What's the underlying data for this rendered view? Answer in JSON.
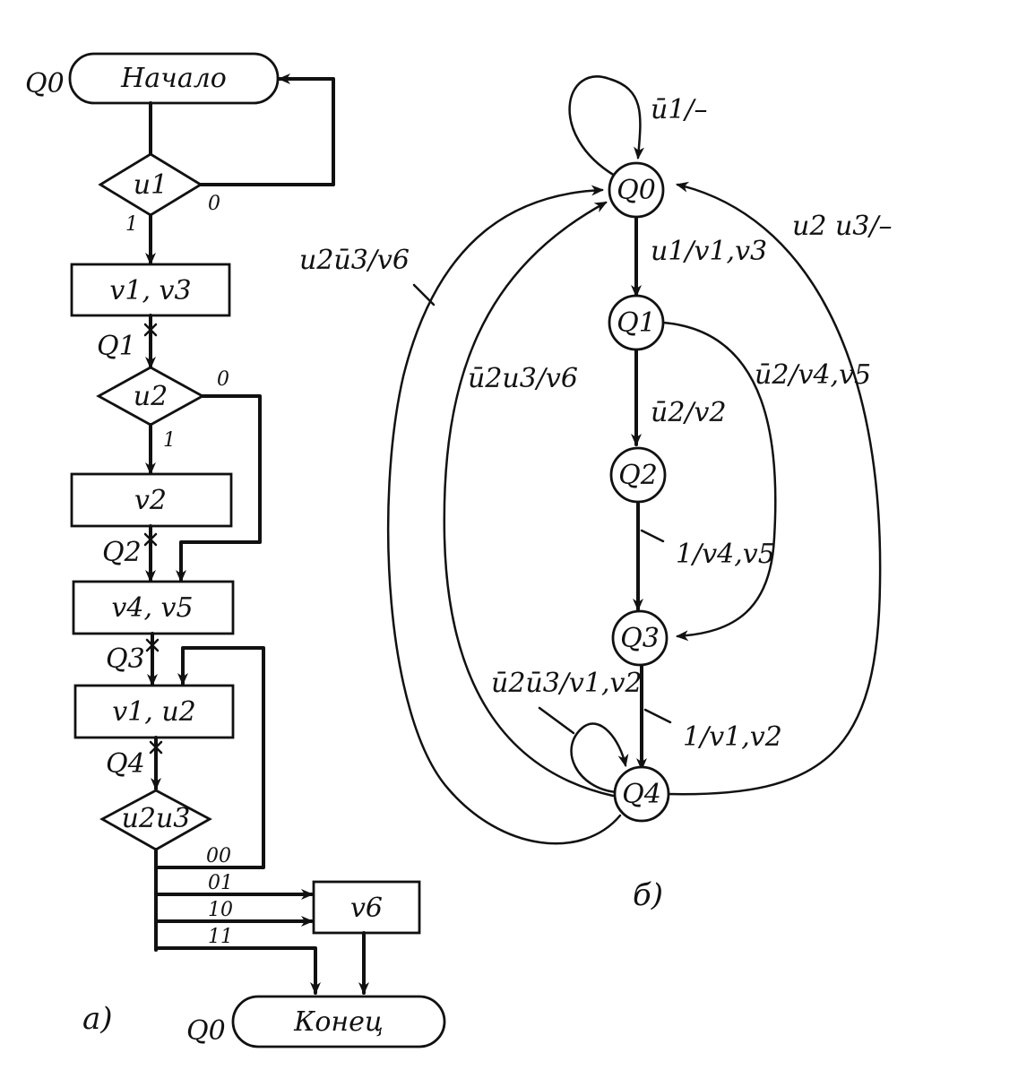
{
  "flowchart": {
    "start_label": "Начало",
    "end_label": "Конец",
    "caption": "а)",
    "states": {
      "q0_top": "Q0",
      "q1": "Q1",
      "q2": "Q2",
      "q3": "Q3",
      "q4": "Q4",
      "q0_bottom": "Q0"
    },
    "conditions": {
      "u1": "u1",
      "u2": "u2",
      "u2u3": "u2u3"
    },
    "operations": {
      "op1": "v1, v3",
      "op2": "v2",
      "op3": "v4, v5",
      "op4": "v1, u2",
      "op5": "v6"
    },
    "branch_labels": {
      "u1_one": "1",
      "u1_zero": "0",
      "u2_one": "1",
      "u2_zero": "0",
      "code_00": "00",
      "code_01": "01",
      "code_10": "10",
      "code_11": "11"
    }
  },
  "state_graph": {
    "caption": "б)",
    "nodes": [
      "Q0",
      "Q1",
      "Q2",
      "Q3",
      "Q4"
    ],
    "edges": {
      "q0_loop": "ū1/–",
      "q0_q1": "u1/v1,v3",
      "q1_q2": "ū2/v2",
      "q1_q3": "ū2/v4,v5",
      "q2_q3": "1/v4,v5",
      "q3_q4": "1/v1,v2",
      "q4_loop": "ū2ū3/v1,v2",
      "q4_q0_outer_left": "u2ū3/v6",
      "q4_q0_inner_left": "ū2u3/v6",
      "q4_q0_right": "u2 u3/–"
    }
  }
}
